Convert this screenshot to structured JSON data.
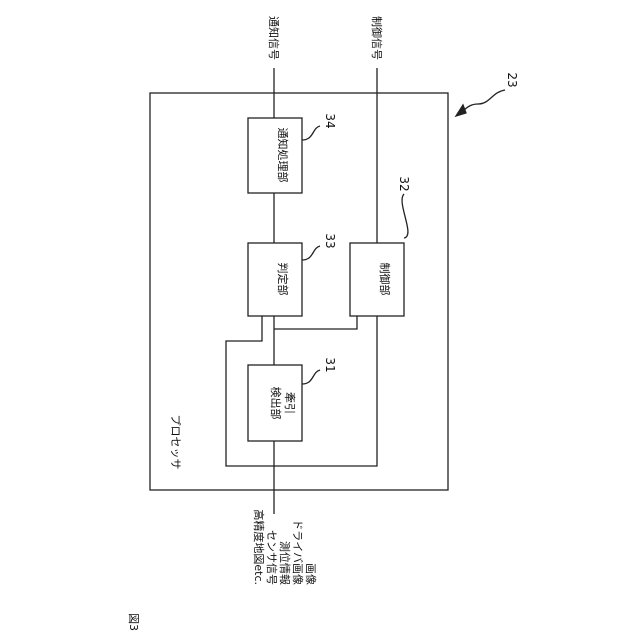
{
  "figure_label": "図3",
  "processor": {
    "label": "プロセッサ",
    "ref": "23"
  },
  "blocks": {
    "detection": {
      "line1": "牽引",
      "line2": "検出部",
      "ref": "31"
    },
    "control": {
      "label": "制御部",
      "ref": "32"
    },
    "judgment": {
      "label": "判定部",
      "ref": "33"
    },
    "notification": {
      "label": "通知処理部",
      "ref": "34"
    }
  },
  "outputs": {
    "notification_signal": "通知信号",
    "control_signal": "制御信号"
  },
  "inputs": [
    "画像",
    "ドライバ画像",
    "測位情報",
    "センサ信号",
    "高精度地図etc."
  ]
}
